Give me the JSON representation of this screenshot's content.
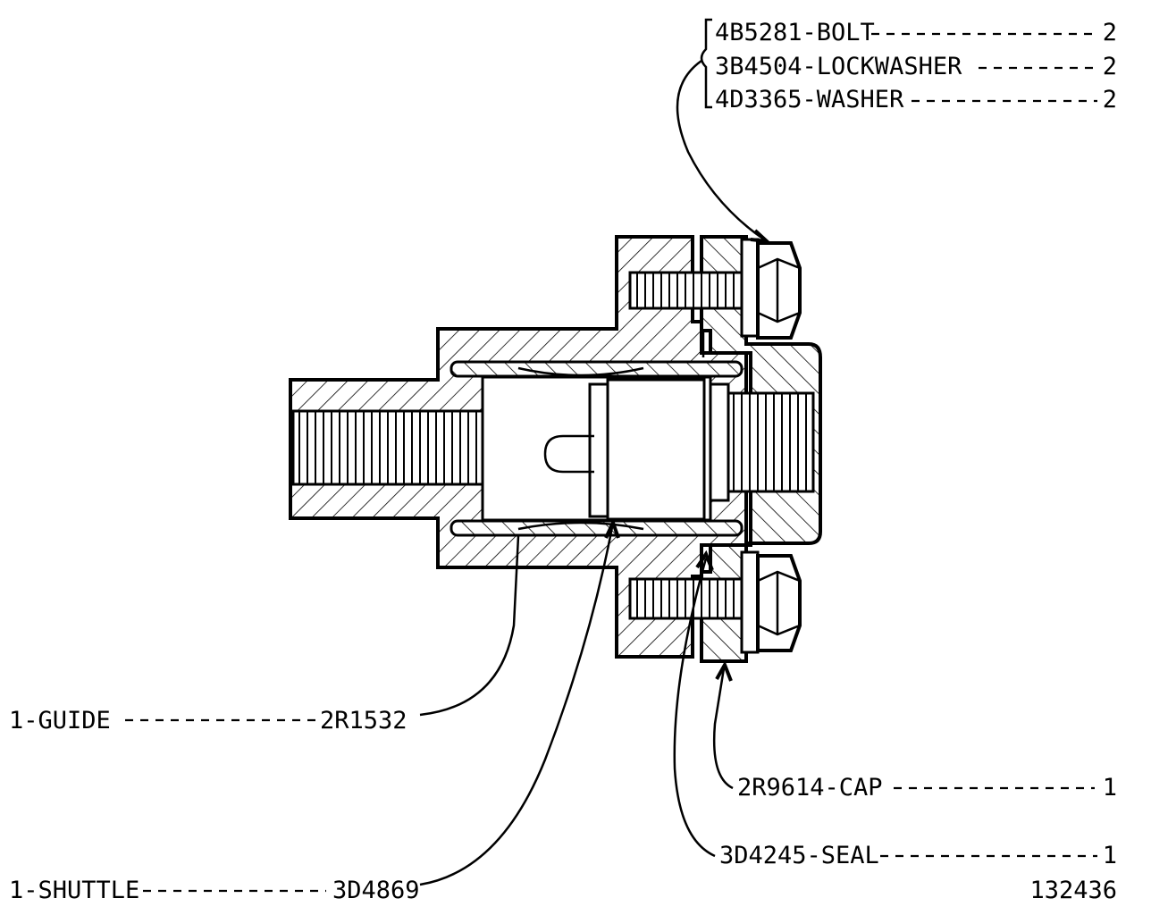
{
  "callouts": {
    "bolt": {
      "part": "4B5281-BOLT",
      "qty": "2"
    },
    "lockwasher": {
      "part": "3B4504-LOCKWASHER",
      "qty": "2"
    },
    "washer": {
      "part": "4D3365-WASHER",
      "qty": "2"
    },
    "guide": {
      "name": "1-GUIDE",
      "part": "2R1532"
    },
    "shuttle": {
      "name": "1-SHUTTLE",
      "part": "3D4869"
    },
    "cap": {
      "part": "2R9614-CAP",
      "qty": "1"
    },
    "seal": {
      "part": "3D4245-SEAL",
      "qty": "1"
    }
  },
  "figure_number": "132436",
  "colors": {
    "ink": "#000000",
    "paper": "#ffffff"
  }
}
